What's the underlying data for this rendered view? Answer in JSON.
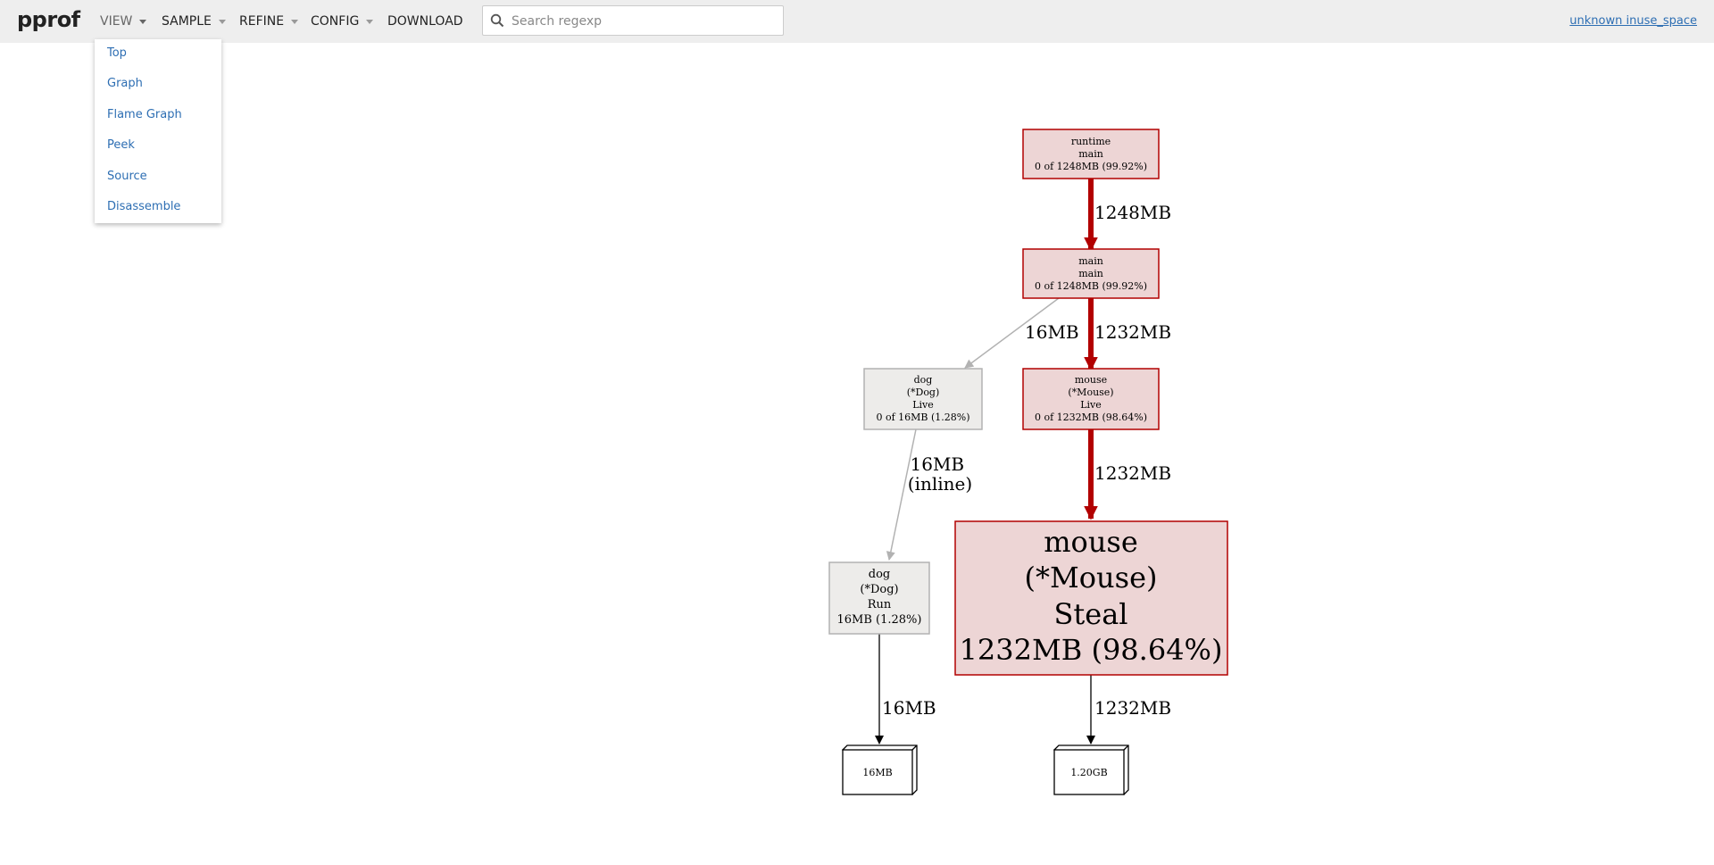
{
  "app": {
    "title": "pprof"
  },
  "menus": {
    "view": "VIEW",
    "sample": "SAMPLE",
    "refine": "REFINE",
    "config": "CONFIG",
    "download": "DOWNLOAD"
  },
  "search": {
    "placeholder": "Search regexp",
    "value": ""
  },
  "profile_link": "unknown inuse_space",
  "view_dropdown": {
    "items": [
      {
        "label": "Top"
      },
      {
        "label": "Graph"
      },
      {
        "label": "Flame Graph"
      },
      {
        "label": "Peek"
      },
      {
        "label": "Source"
      },
      {
        "label": "Disassemble"
      }
    ]
  },
  "graph": {
    "nodes": {
      "runtime_main": {
        "lines": [
          "runtime",
          "main",
          "0 of 1248MB (99.92%)"
        ]
      },
      "main_main": {
        "lines": [
          "main",
          "main",
          "0 of 1248MB (99.92%)"
        ]
      },
      "dog_live": {
        "lines": [
          "dog",
          "(*Dog)",
          "Live",
          "0 of 16MB (1.28%)"
        ]
      },
      "mouse_live": {
        "lines": [
          "mouse",
          "(*Mouse)",
          "Live",
          "0 of 1232MB (98.64%)"
        ]
      },
      "dog_run": {
        "lines": [
          "dog",
          "(*Dog)",
          "Run",
          "16MB (1.28%)"
        ]
      },
      "mouse_steal": {
        "lines": [
          "mouse",
          "(*Mouse)",
          "Steal",
          "1232MB (98.64%)"
        ]
      },
      "size_16mb": {
        "lines": [
          "16MB"
        ]
      },
      "size_120gb": {
        "lines": [
          "1.20GB"
        ]
      }
    },
    "edges": {
      "runtime_to_main": {
        "label": [
          "1248MB"
        ]
      },
      "main_to_dog": {
        "label": [
          "16MB"
        ]
      },
      "main_to_mouse": {
        "label": [
          "1232MB"
        ]
      },
      "doglive_to_dogrun": {
        "label": [
          "16MB",
          "(inline)"
        ]
      },
      "mouselive_to_steal": {
        "label": [
          "1232MB"
        ]
      },
      "dogrun_to_size": {
        "label": [
          "16MB"
        ]
      },
      "steal_to_size": {
        "label": [
          "1232MB"
        ]
      }
    },
    "colors": {
      "hot_fill": "#edd5d5",
      "hot_stroke": "#b20000",
      "cold_fill": "#edecea",
      "cold_stroke": "#b2b2b2",
      "hot_edge": "#b20000",
      "cold_edge": "#b2b2b2",
      "plain_edge": "#000000"
    }
  }
}
